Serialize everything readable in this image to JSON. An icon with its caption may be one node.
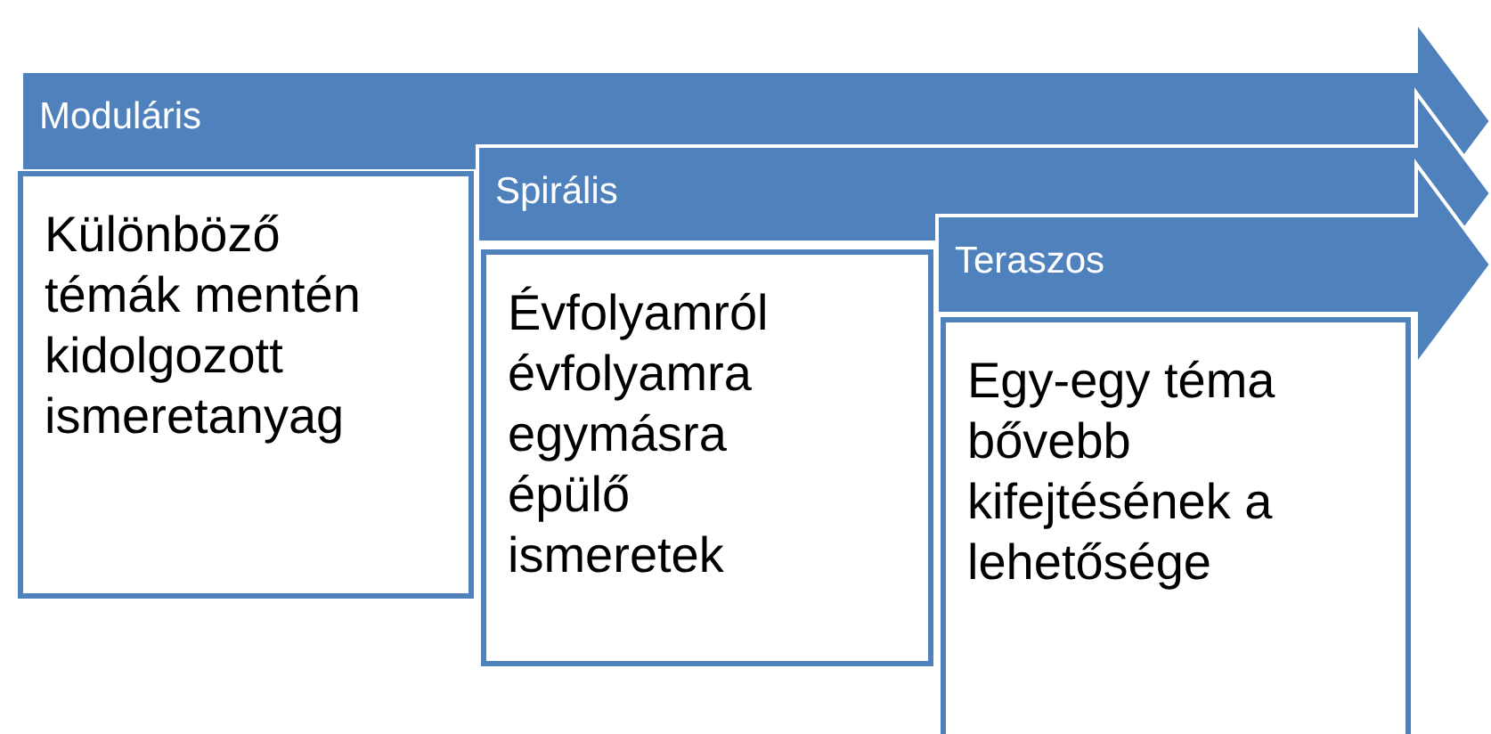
{
  "diagram": {
    "nodes": [
      {
        "text": [
          "Moduláris"
        ]
      },
      {
        "text": [
          "Különböző témák mentén kidolgozott ismeretanyag"
        ]
      },
      {
        "text": [
          "Spirális"
        ]
      },
      {
        "text": [
          "Évfolyamról évfolyamra egymásra épülő ismeretek"
        ]
      },
      {
        "text": [
          "Teraszos"
        ]
      },
      {
        "text": [
          "Egy-egy téma bővebb kifejtésének a lehetősége"
        ]
      }
    ]
  }
}
